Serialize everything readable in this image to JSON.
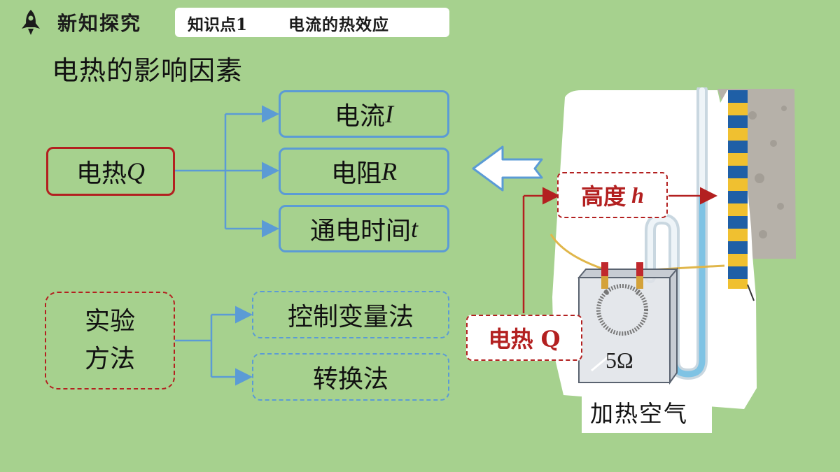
{
  "header": {
    "section_title": "新知探究",
    "knowledge_point_label": "知识点1",
    "knowledge_point_title": "电流的热效应"
  },
  "main_title": "电热的影响因素",
  "factors_diagram": {
    "source": {
      "text": "电热",
      "symbol": "Q"
    },
    "factors": [
      {
        "text": "电流",
        "symbol": "I"
      },
      {
        "text": "电阻",
        "symbol": "R"
      },
      {
        "text": "通电时间",
        "symbol": "t"
      }
    ]
  },
  "method_diagram": {
    "source_line1": "实验",
    "source_line2": "方法",
    "methods": [
      "控制变量法",
      "转换法"
    ]
  },
  "apparatus": {
    "height_label": "高度",
    "height_symbol": "h",
    "heat_label": "电热 Q",
    "resistor_value": "5Ω",
    "caption": "加热空气"
  },
  "colors": {
    "background": "#a6d18e",
    "red": "#b32020",
    "blue": "#5b9bd5"
  }
}
